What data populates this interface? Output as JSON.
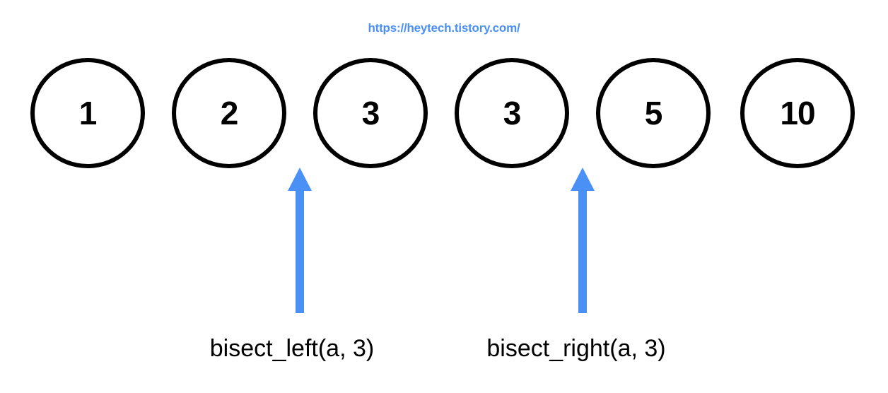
{
  "watermark": {
    "url": "https://heytech.tistory.com/",
    "color": "#4A90F5"
  },
  "diagram": {
    "type": "sorted-array-bisect-illustration",
    "array_name": "a",
    "search_value": "3",
    "node_shape": "circle",
    "node_stroke_color": "#000000",
    "nodes": [
      {
        "index": "0",
        "value": "1"
      },
      {
        "index": "1",
        "value": "2"
      },
      {
        "index": "2",
        "value": "3"
      },
      {
        "index": "3",
        "value": "3"
      },
      {
        "index": "4",
        "value": "5"
      },
      {
        "index": "5",
        "value": "10"
      }
    ],
    "pointers": [
      {
        "id": "bisect-left",
        "label": "bisect_left(a, 3)",
        "color": "#4A90F5",
        "direction": "up",
        "insert_index": "2",
        "between": "2|3"
      },
      {
        "id": "bisect-right",
        "label": "bisect_right(a, 3)",
        "color": "#4A90F5",
        "direction": "up",
        "insert_index": "4",
        "between": "3|5"
      }
    ]
  }
}
